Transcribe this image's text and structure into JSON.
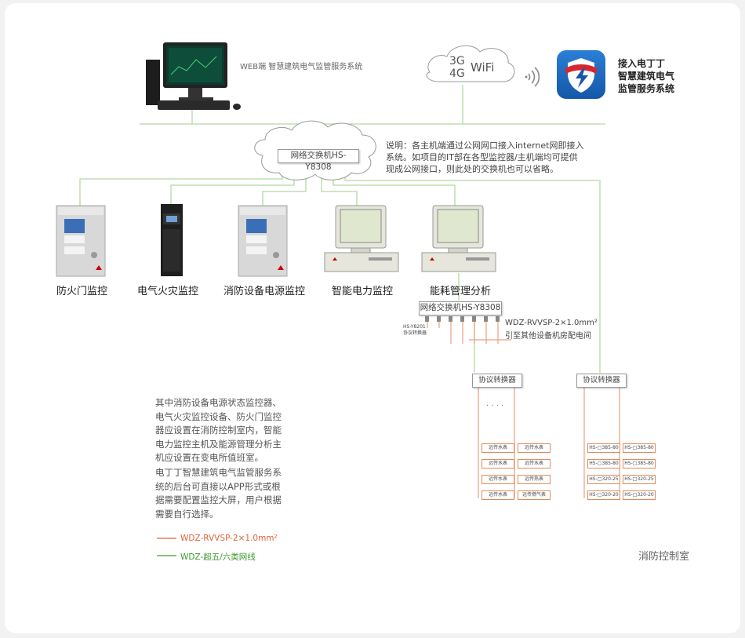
{
  "top": {
    "web_label": "WEB端 智慧建筑电气监管服务系统",
    "cloud_line1": "3G",
    "cloud_line2": "4G",
    "cloud_wifi": "WiFi",
    "app_name_1": "接入电丁丁",
    "app_name_2": "智慧建筑电气",
    "app_name_3": "监管服务系统"
  },
  "switch_main": "网络交换机HS-Y8308",
  "note": "说明：各主机端通过公网网口接入internet网即接入\n系统。如项目的IT部在各型监控器/主机端均可提供\n现成公网接口，则此处的交换机也可以省略。",
  "devices": [
    {
      "label": "防火门监控"
    },
    {
      "label": "电气火灾监控"
    },
    {
      "label": "消防设备电源监控"
    },
    {
      "label": "智能电力监控"
    },
    {
      "label": "能耗管理分析"
    }
  ],
  "switch_sub": "网络交换机HS-Y8308",
  "converter_small": "HS-Y8201\n协议转换器",
  "cable_note_1": "WDZ-RVVSP-2×1.0mm²",
  "cable_note_2": "引至其他设备机房配电间",
  "converter_left": "协议转换器",
  "converter_right": "协议转换器",
  "dots": "· · · ·",
  "meters_left_a": [
    "远传水表",
    "远传水表",
    "远传水表",
    "远传水表"
  ],
  "meters_left_b": [
    "远传水表",
    "远传水表",
    "远传热表",
    "远传燃气表"
  ],
  "meters_right_a": [
    "HS-□385-80",
    "HS-□385-80",
    "HS-□320-25",
    "HS-□320-20"
  ],
  "meters_right_b": [
    "HS-□385-80",
    "HS-□385-80",
    "HS-□320-25",
    "HS-□320-20"
  ],
  "para_1": "其中消防设备电源状态监控器、\n电气火灾监控设备、防火门监控\n器应设置在消防控制室内，智能\n电力监控主机及能源管理分析主\n机应设置在变电所值班室。",
  "para_2": "电丁丁智慧建筑电气监管服务系\n统的后台可直接以APP形式或根\n据需要配置监控大屏，用户根据\n需要自行选择。",
  "legend": [
    {
      "label": "WDZ-RVVSP-2×1.0mm²",
      "color": "#e0623a"
    },
    {
      "label": "WDZ-超五/六类网线",
      "color": "#3a9a2a"
    }
  ],
  "colors": {
    "network": "#b5d8a2",
    "rs485": "#e8a080",
    "legend_green_text": "#3a9a2a",
    "legend_red_text": "#e0623a"
  },
  "room_label": "消防控制室"
}
